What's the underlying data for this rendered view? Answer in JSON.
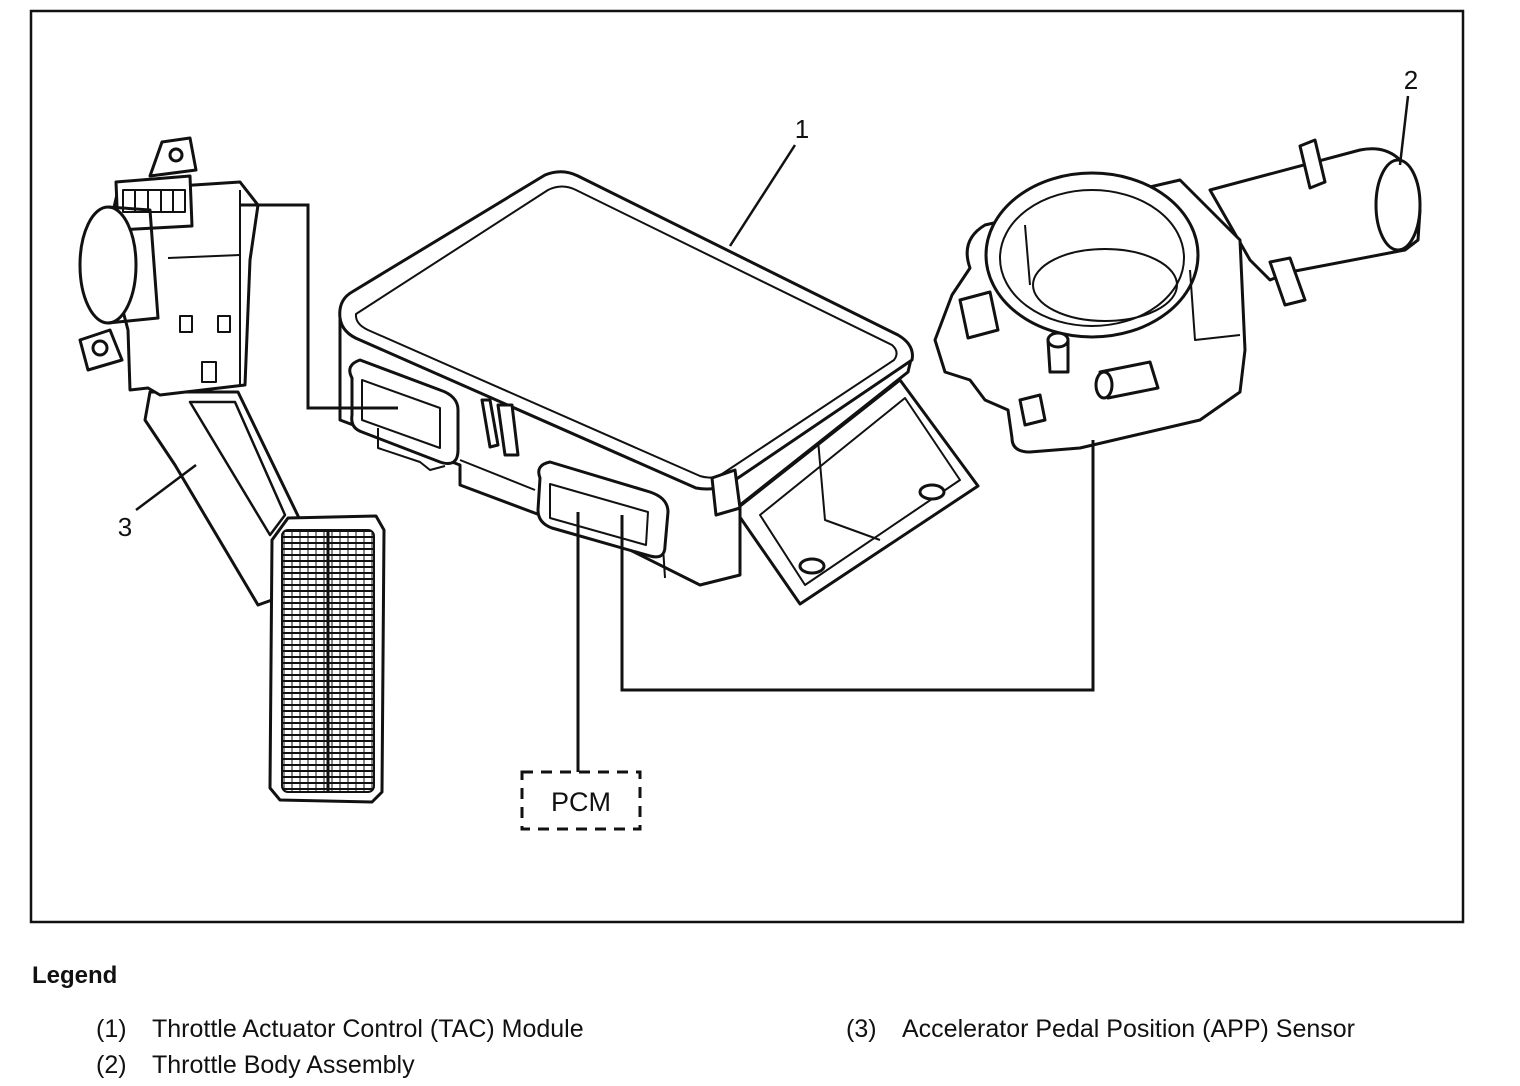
{
  "callouts": {
    "c1": "1",
    "c2": "2",
    "c3": "3"
  },
  "pcm_label": "PCM",
  "legend": {
    "heading": "Legend",
    "items": [
      {
        "number": "(1)",
        "text": "Throttle Actuator Control (TAC) Module"
      },
      {
        "number": "(2)",
        "text": "Throttle Body Assembly"
      },
      {
        "number": "(3)",
        "text": "Accelerator Pedal Position (APP) Sensor"
      }
    ]
  }
}
